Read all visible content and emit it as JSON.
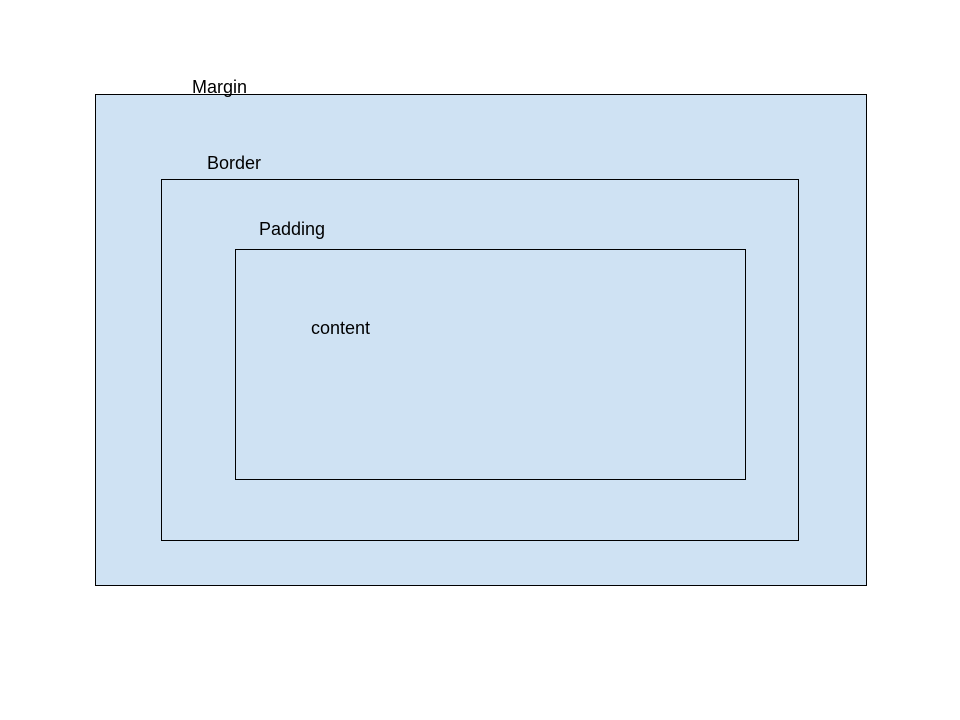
{
  "colors": {
    "fill": "#cfe2f3",
    "stroke": "#000000",
    "text": "#000000",
    "background": "#ffffff"
  },
  "labels": {
    "margin": "Margin",
    "border": "Border",
    "padding": "Padding",
    "content": "content"
  }
}
